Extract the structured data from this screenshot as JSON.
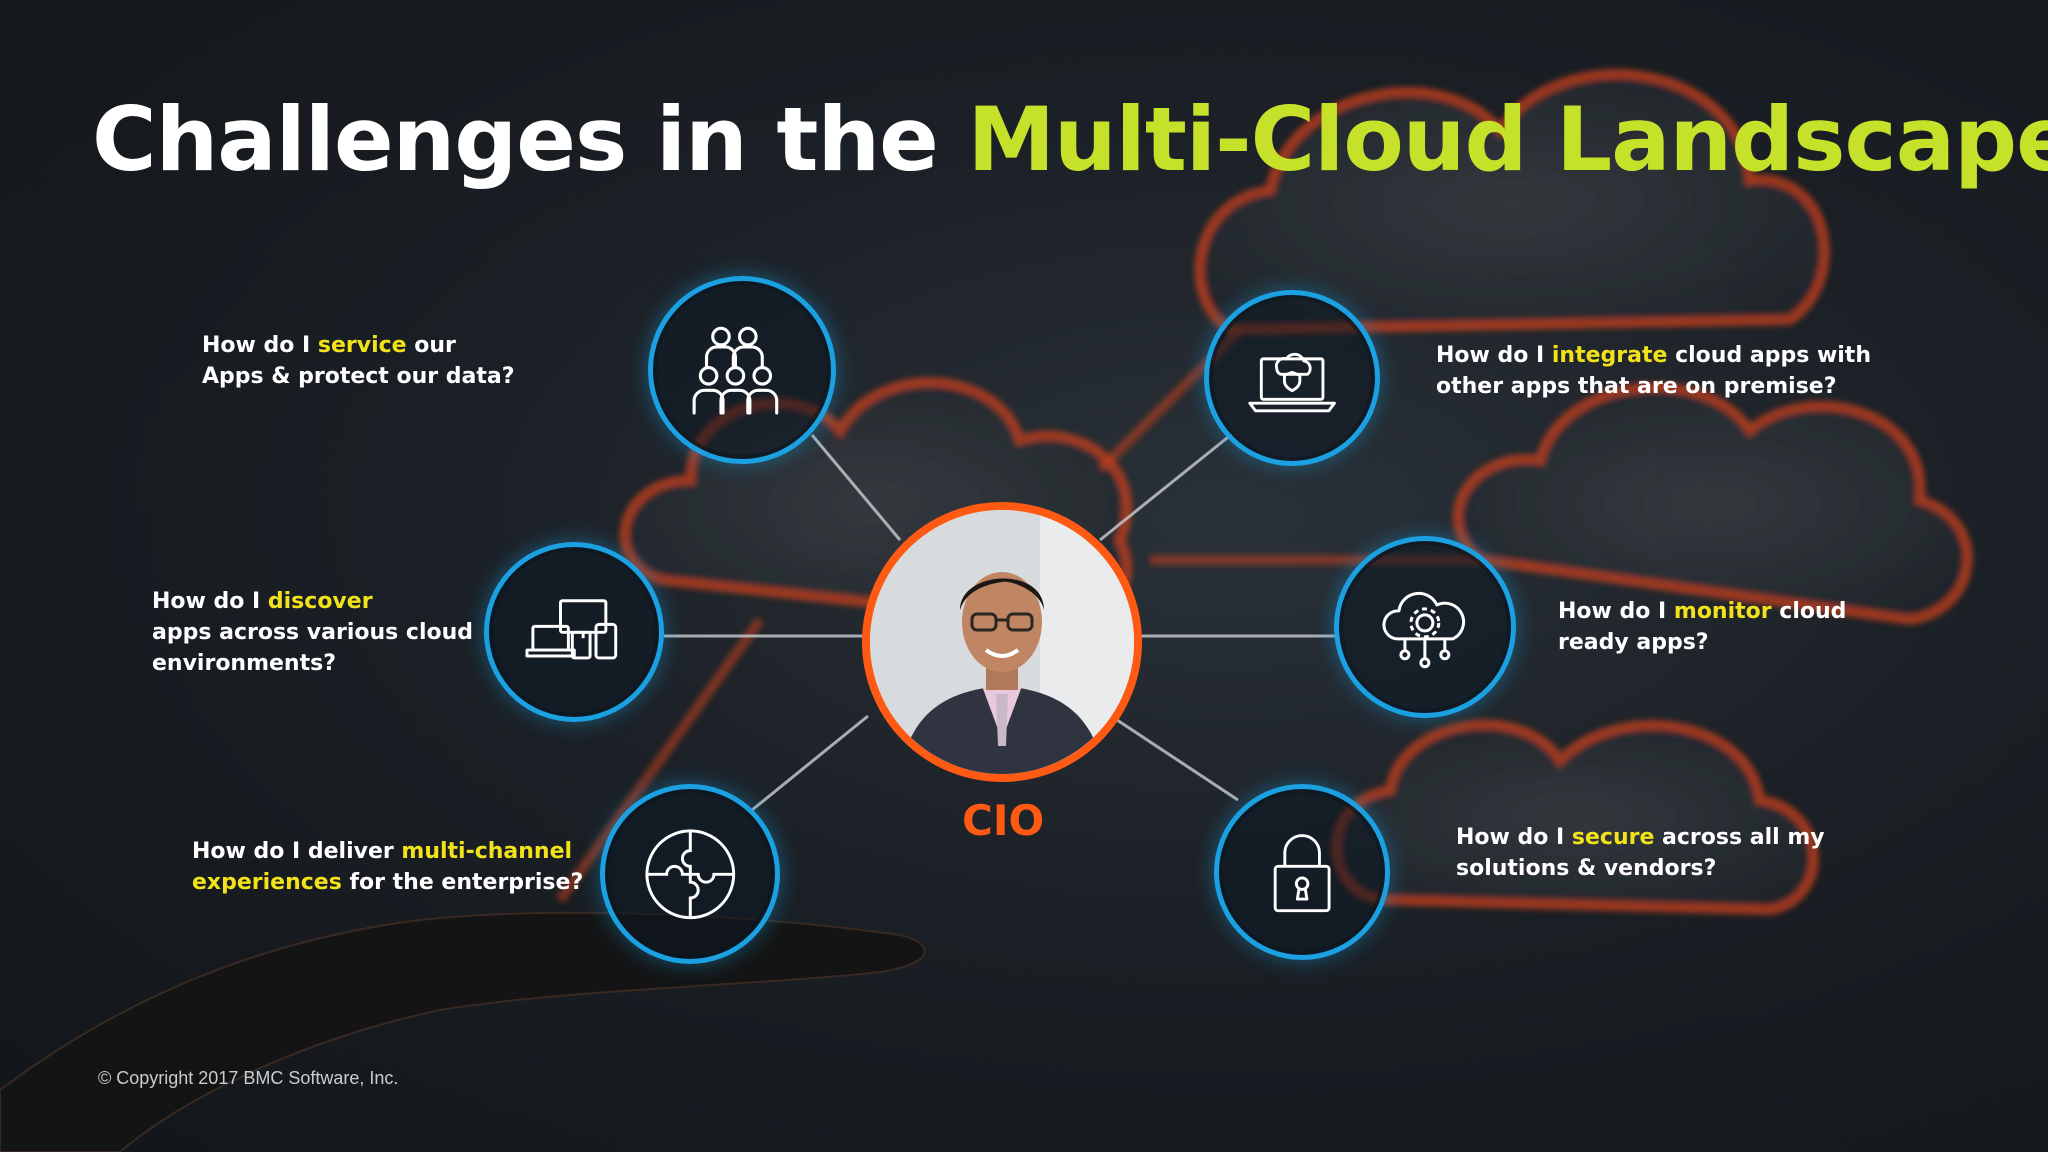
{
  "title": {
    "main": "Challenges in the",
    "accent": "Multi-Cloud Landscape"
  },
  "center": {
    "label": "CIO"
  },
  "questions": [
    {
      "pre": "How do I ",
      "hl": "service",
      "post1": " our",
      "line2": "Apps & protect our data?"
    },
    {
      "pre": "How do I ",
      "hl": "discover",
      "line2": "apps across various cloud",
      "line3": "environments?"
    },
    {
      "pre": "How do I deliver ",
      "hl": "multi-channel",
      "hl2": "experiences",
      "post2": " for the enterprise?"
    },
    {
      "pre": "How do I ",
      "hl": "integrate",
      "post1": " cloud apps with",
      "line2": "other apps that are on premise?"
    },
    {
      "pre": "How do I ",
      "hl": "monitor",
      "post1": " cloud",
      "line2": "ready apps?"
    },
    {
      "pre": "How do I ",
      "hl": "secure",
      "post1": " across all my",
      "line2": "solutions & vendors?"
    }
  ],
  "icons": [
    "team-icon",
    "devices-icon",
    "puzzle-icon",
    "cloud-laptop-icon",
    "cloud-gear-icon",
    "padlock-icon"
  ],
  "colors": {
    "accent_title": "#c6e12a",
    "highlight": "#f2e21a",
    "ring": "#1ba1e2",
    "cio": "#ff5a14"
  },
  "footer": {
    "copyright": "© Copyright 2017 BMC Software, Inc."
  }
}
